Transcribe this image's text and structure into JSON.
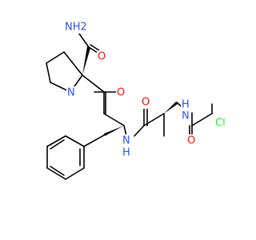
{
  "molecule": {
    "atom_labels": {
      "amide_nh2": "NH2",
      "amide_o": "O",
      "pro_n": "N",
      "phe_co_o": "O",
      "phe_nh": "N",
      "phe_h": "H",
      "ala_co_o": "O",
      "ala_nh": "N",
      "ala_h": "H",
      "chloroacetyl_o": "O",
      "cl": "Cl"
    },
    "colors": {
      "carbon_bonds": "#000000",
      "oxygen": "#ff0d0d",
      "nitrogen": "#3050f8",
      "chlorine": "#1ff01f"
    }
  }
}
